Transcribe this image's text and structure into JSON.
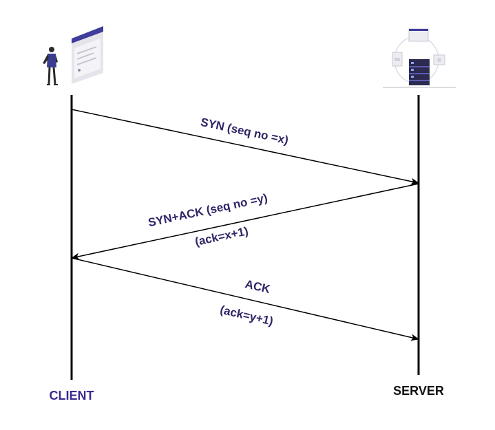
{
  "colors": {
    "text_purple": "#2f2467",
    "client_label": "#3b2a8f",
    "server_label": "#111111",
    "line": "#000000",
    "monitor_frame": "#3f3d9b",
    "server_rack": "#2c2a4e",
    "panel_gray": "#dcdce3"
  },
  "participants": {
    "client": {
      "label": "CLIENT",
      "icon": "person-with-browser-icon"
    },
    "server": {
      "label": "SERVER",
      "icon": "server-rack-icon"
    }
  },
  "messages": [
    {
      "from": "client",
      "to": "server",
      "label_line1": "SYN (seq no =x)",
      "label_line2": ""
    },
    {
      "from": "server",
      "to": "client",
      "label_line1": "SYN+ACK (seq no =y)",
      "label_line2": "(ack=x+1)"
    },
    {
      "from": "client",
      "to": "server",
      "label_line1": "ACK",
      "label_line2": "(ack=y+1)"
    }
  ]
}
